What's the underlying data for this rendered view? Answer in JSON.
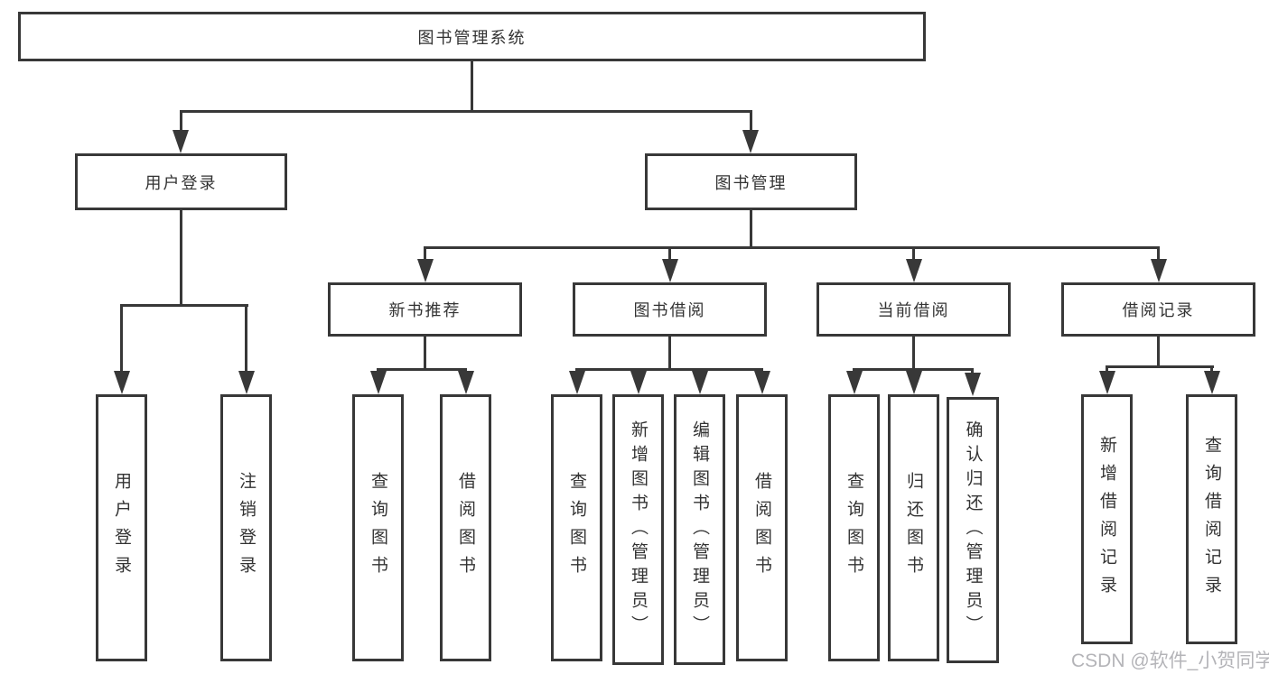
{
  "diagram": {
    "root": "图书管理系统",
    "user_branch": {
      "label": "用户登录",
      "leaves": [
        "用户登录",
        "注销登录"
      ]
    },
    "book_branch": {
      "label": "图书管理",
      "modules": [
        {
          "label": "新书推荐",
          "leaves": [
            "查询图书",
            "借阅图书"
          ]
        },
        {
          "label": "图书借阅",
          "leaves": [
            "查询图书",
            "新增图书（管理员）",
            "编辑图书（管理员）",
            "借阅图书"
          ]
        },
        {
          "label": "当前借阅",
          "leaves": [
            "查询图书",
            "归还图书",
            "确认归还（管理员）"
          ]
        },
        {
          "label": "借阅记录",
          "leaves": [
            "新增借阅记录",
            "查询借阅记录"
          ]
        }
      ]
    },
    "colors": {
      "line": "#383838",
      "text": "#333333",
      "watermark": "#b4b4b8"
    }
  },
  "watermark": "CSDN @软件_小贺同学"
}
